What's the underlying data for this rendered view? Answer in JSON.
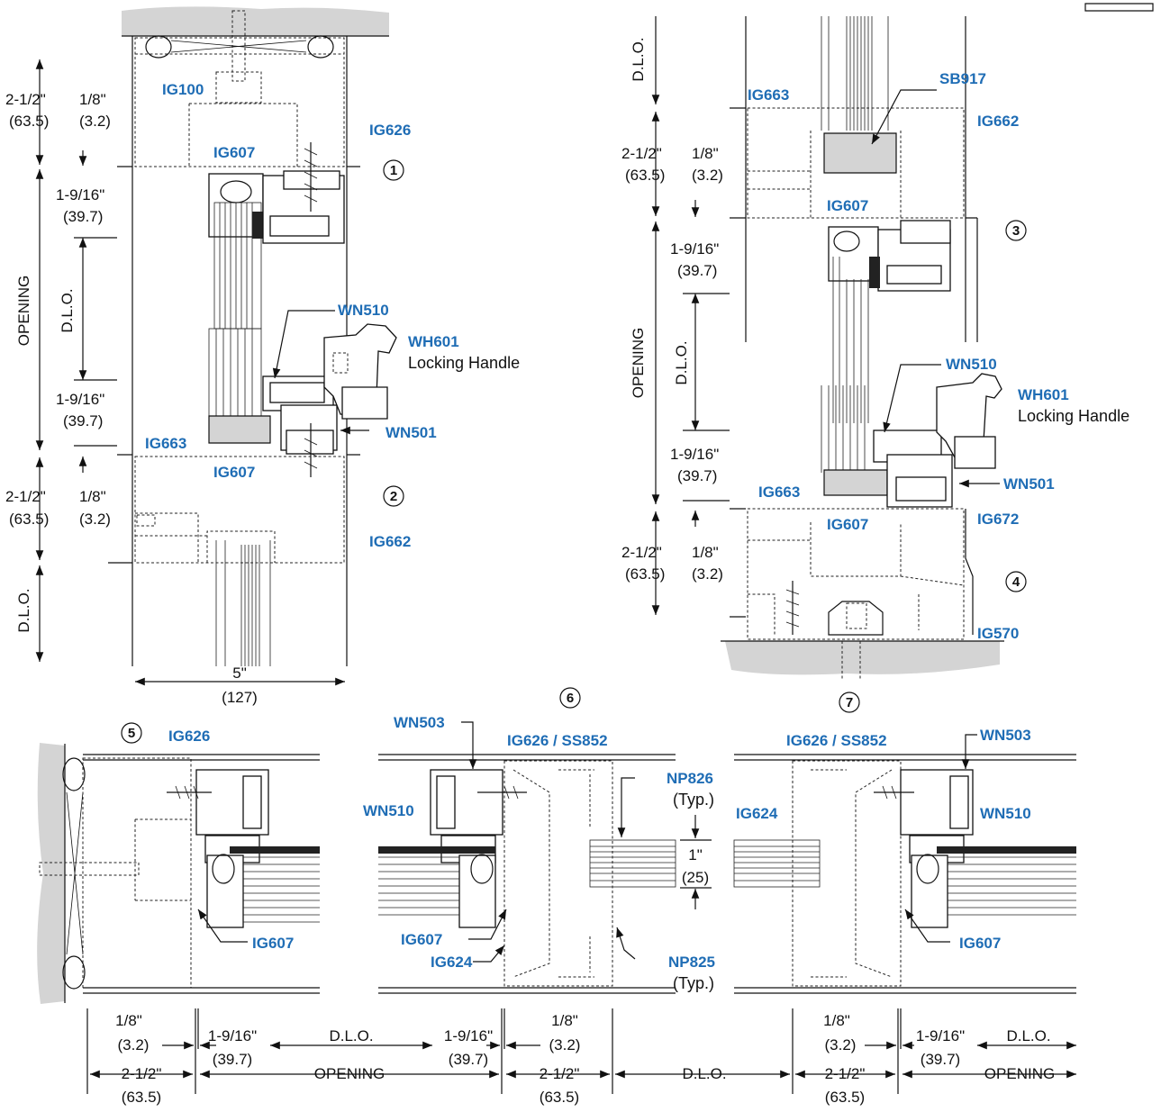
{
  "colors": {
    "part_label": "#1f6db5",
    "line": "#111111",
    "substrate": "#d4d4d4"
  },
  "parts": {
    "ig100": "IG100",
    "ig626_a": "IG626",
    "ig607_1": "IG607",
    "wn510_a": "WN510",
    "wh601_a": "WH601",
    "locking_handle_a": "Locking Handle",
    "wn501_a": "WN501",
    "ig663_a": "IG663",
    "ig607_2": "IG607",
    "ig662_a": "IG662",
    "sb917": "SB917",
    "ig663_b": "IG663",
    "ig662_b": "IG662",
    "ig607_3": "IG607",
    "wn510_b": "WN510",
    "wh601_b": "WH601",
    "locking_handle_b": "Locking Handle",
    "wn501_b": "WN501",
    "ig663_c": "IG663",
    "ig607_4": "IG607",
    "ig672": "IG672",
    "ig570": "IG570",
    "ig626_b": "IG626",
    "ig607_5": "IG607",
    "wn503_a": "WN503",
    "ig626_ss852_a": "IG626 / SS852",
    "wn510_c": "WN510",
    "np826": "NP826",
    "typ_a": "(Typ.)",
    "ig607_6": "IG607",
    "ig624_a": "IG624",
    "np825": "NP825",
    "typ_b": "(Typ.)",
    "ig626_ss852_b": "IG626 / SS852",
    "wn503_b": "WN503",
    "ig624_b": "IG624",
    "wn510_d": "WN510",
    "ig607_7": "IG607"
  },
  "callouts": [
    "1",
    "2",
    "3",
    "4",
    "5",
    "6",
    "7"
  ],
  "dims": {
    "a_in_1": "2-1/2\"",
    "a_mm_1": "(63.5)",
    "b_in_1": "1/8\"",
    "b_mm_1": "(3.2)",
    "c_in_1": "1-9/16\"",
    "c_mm_1": "(39.7)",
    "dlo_1": "D.L.O.",
    "opening_1": "OPENING",
    "c_in_2": "1-9/16\"",
    "c_mm_2": "(39.7)",
    "a_in_2": "2-1/2\"",
    "a_mm_2": "(63.5)",
    "b_in_2": "1/8\"",
    "b_mm_2": "(3.2)",
    "dlo_2": "D.L.O.",
    "w_in": "5\"",
    "w_mm": "(127)",
    "dlo_3": "D.L.O.",
    "a_in_3": "2-1/2\"",
    "a_mm_3": "(63.5)",
    "b_in_3": "1/8\"",
    "b_mm_3": "(3.2)",
    "c_in_3": "1-9/16\"",
    "c_mm_3": "(39.7)",
    "dlo_4": "D.L.O.",
    "opening_2": "OPENING",
    "c_in_4": "1-9/16\"",
    "c_mm_4": "(39.7)",
    "a_in_4": "2-1/2\"",
    "a_mm_4": "(63.5)",
    "b_in_4": "1/8\"",
    "b_mm_4": "(3.2)",
    "one_in": "1\"",
    "one_mm": "(25)",
    "h_b_in_1": "1/8\"",
    "h_b_mm_1": "(3.2)",
    "h_a_in_1": "2-1/2\"",
    "h_a_mm_1": "(63.5)",
    "h_c_in_1": "1-9/16\"",
    "h_c_mm_1": "(39.7)",
    "h_dlo_1": "D.L.O.",
    "h_open_1": "OPENING",
    "h_c_in_2": "1-9/16\"",
    "h_c_mm_2": "(39.7)",
    "h_b_in_2": "1/8\"",
    "h_b_mm_2": "(3.2)",
    "h_a_in_2": "2-1/2\"",
    "h_a_mm_2": "(63.5)",
    "h_dlo_2": "D.L.O.",
    "h_b_in_3": "1/8\"",
    "h_b_mm_3": "(3.2)",
    "h_a_in_3": "2-1/2\"",
    "h_a_mm_3": "(63.5)",
    "h_c_in_3": "1-9/16\"",
    "h_c_mm_3": "(39.7)",
    "h_dlo_3": "D.L.O.",
    "h_open_2": "OPENING"
  }
}
